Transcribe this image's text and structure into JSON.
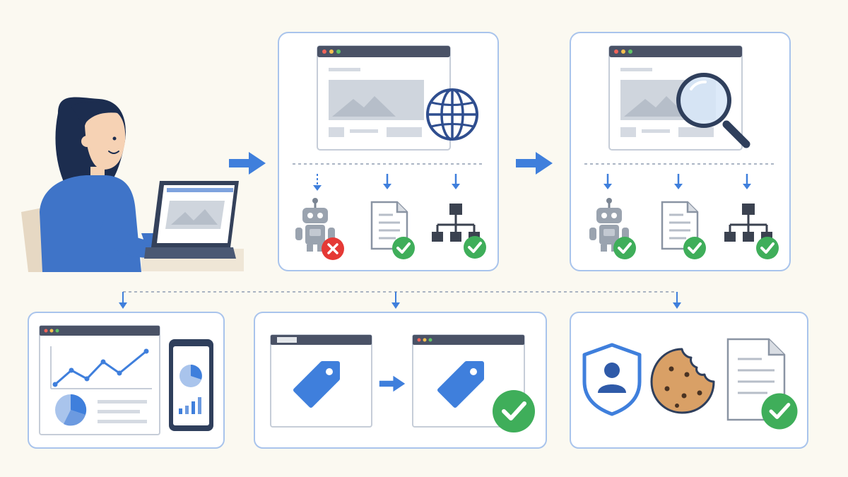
{
  "colors": {
    "background": "#fbf9f1",
    "panel_border": "#a9c4ec",
    "accent_blue": "#3f7fdc",
    "navy": "#2f3f5c",
    "check_green": "#3fae5a",
    "error_red": "#e53935",
    "image_gray": "#cfd5dd",
    "skin": "#f6d2b4",
    "hair": "#1c2d4f",
    "sweater": "#3f74c8",
    "cookie": "#d9a066"
  },
  "icons": {
    "forward_arrow": "arrow-right-icon",
    "globe": "globe-icon",
    "magnifier": "magnifying-glass-icon",
    "bot": "robot-icon",
    "document": "document-icon",
    "sitemap": "sitemap-icon",
    "check": "check-circle-icon",
    "error": "x-circle-icon",
    "tag": "tag-icon",
    "shield_user": "shield-user-icon",
    "cookie": "cookie-icon",
    "chart": "line-chart-icon",
    "pie": "pie-chart-icon",
    "phone": "smartphone-icon"
  },
  "crawl_checks": [
    {
      "item": "robot",
      "status": "blocked"
    },
    {
      "item": "document",
      "status": "ok"
    },
    {
      "item": "sitemap",
      "status": "ok"
    }
  ],
  "index_checks": [
    {
      "item": "robot",
      "status": "ok"
    },
    {
      "item": "document",
      "status": "ok"
    },
    {
      "item": "sitemap",
      "status": "ok"
    }
  ]
}
